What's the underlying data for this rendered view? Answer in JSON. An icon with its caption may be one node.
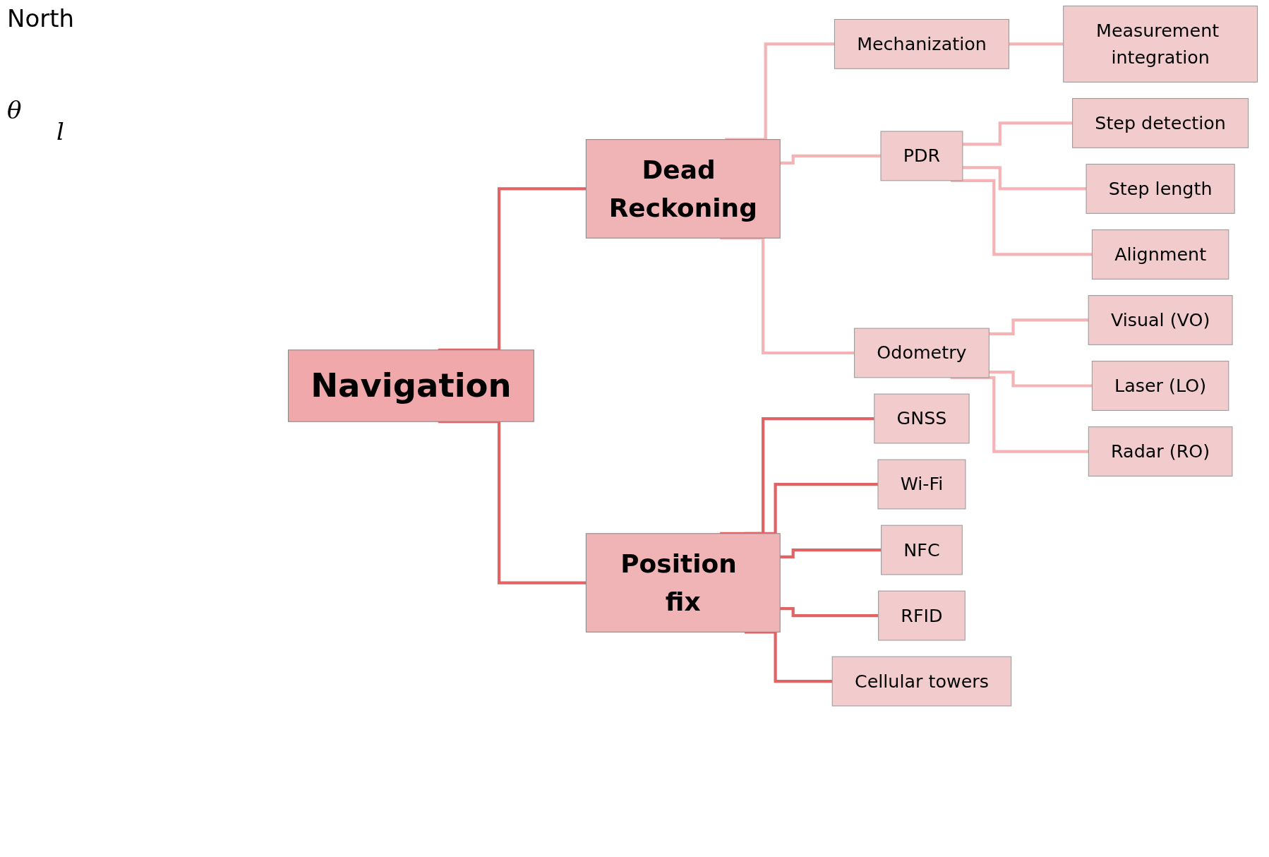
{
  "diagram": {
    "nodes": [
      {
        "text": [
          "Navigation"
        ]
      },
      {
        "text": [
          "Dead Reckoning"
        ]
      },
      {
        "text": [
          "Position fix"
        ]
      },
      {
        "text": [
          "Mechanization"
        ]
      },
      {
        "text": [
          "Measurement integration"
        ]
      },
      {
        "text": [
          "PDR"
        ]
      },
      {
        "text": [
          "Step detection"
        ]
      },
      {
        "text": [
          "Step length"
        ]
      },
      {
        "text": [
          "Alignment"
        ]
      },
      {
        "text": [
          "Odometry"
        ]
      },
      {
        "text": [
          "Visual (VO)"
        ]
      },
      {
        "text": [
          "Laser (LO)"
        ]
      },
      {
        "text": [
          "Radar (RO)"
        ]
      },
      {
        "text": [
          "GNSS"
        ]
      },
      {
        "text": [
          "Wi-Fi"
        ]
      },
      {
        "text": [
          "NFC"
        ]
      },
      {
        "text": [
          "RFID"
        ]
      },
      {
        "text": [
          "Cellular towers"
        ]
      }
    ],
    "edges": [
      {
        "from": 0,
        "to": 1,
        "arrow": "none",
        "color": "#e06466"
      },
      {
        "from": 0,
        "to": 2,
        "arrow": "none",
        "color": "#e06466"
      },
      {
        "from": 1,
        "to": 3,
        "arrow": "none"
      },
      {
        "from": 1,
        "to": 5,
        "arrow": "none"
      },
      {
        "from": 1,
        "to": 9,
        "arrow": "none"
      },
      {
        "from": 3,
        "to": 4,
        "arrow": "none"
      },
      {
        "from": 5,
        "to": 6,
        "arrow": "none"
      },
      {
        "from": 5,
        "to": 7,
        "arrow": "none"
      },
      {
        "from": 5,
        "to": 8,
        "arrow": "none"
      },
      {
        "from": 9,
        "to": 10,
        "arrow": "none"
      },
      {
        "from": 9,
        "to": 11,
        "arrow": "none"
      },
      {
        "from": 9,
        "to": 12,
        "arrow": "none"
      },
      {
        "from": 2,
        "to": 13,
        "arrow": "none",
        "color": "#e06466"
      },
      {
        "from": 2,
        "to": 14,
        "arrow": "none",
        "color": "#e06466"
      },
      {
        "from": 2,
        "to": 15,
        "arrow": "none",
        "color": "#e06466"
      },
      {
        "from": 2,
        "to": 16,
        "arrow": "none",
        "color": "#e06466"
      },
      {
        "from": 2,
        "to": 17,
        "arrow": "none",
        "color": "#e06466"
      }
    ],
    "labels": [
      "North",
      "θ",
      "l"
    ]
  }
}
